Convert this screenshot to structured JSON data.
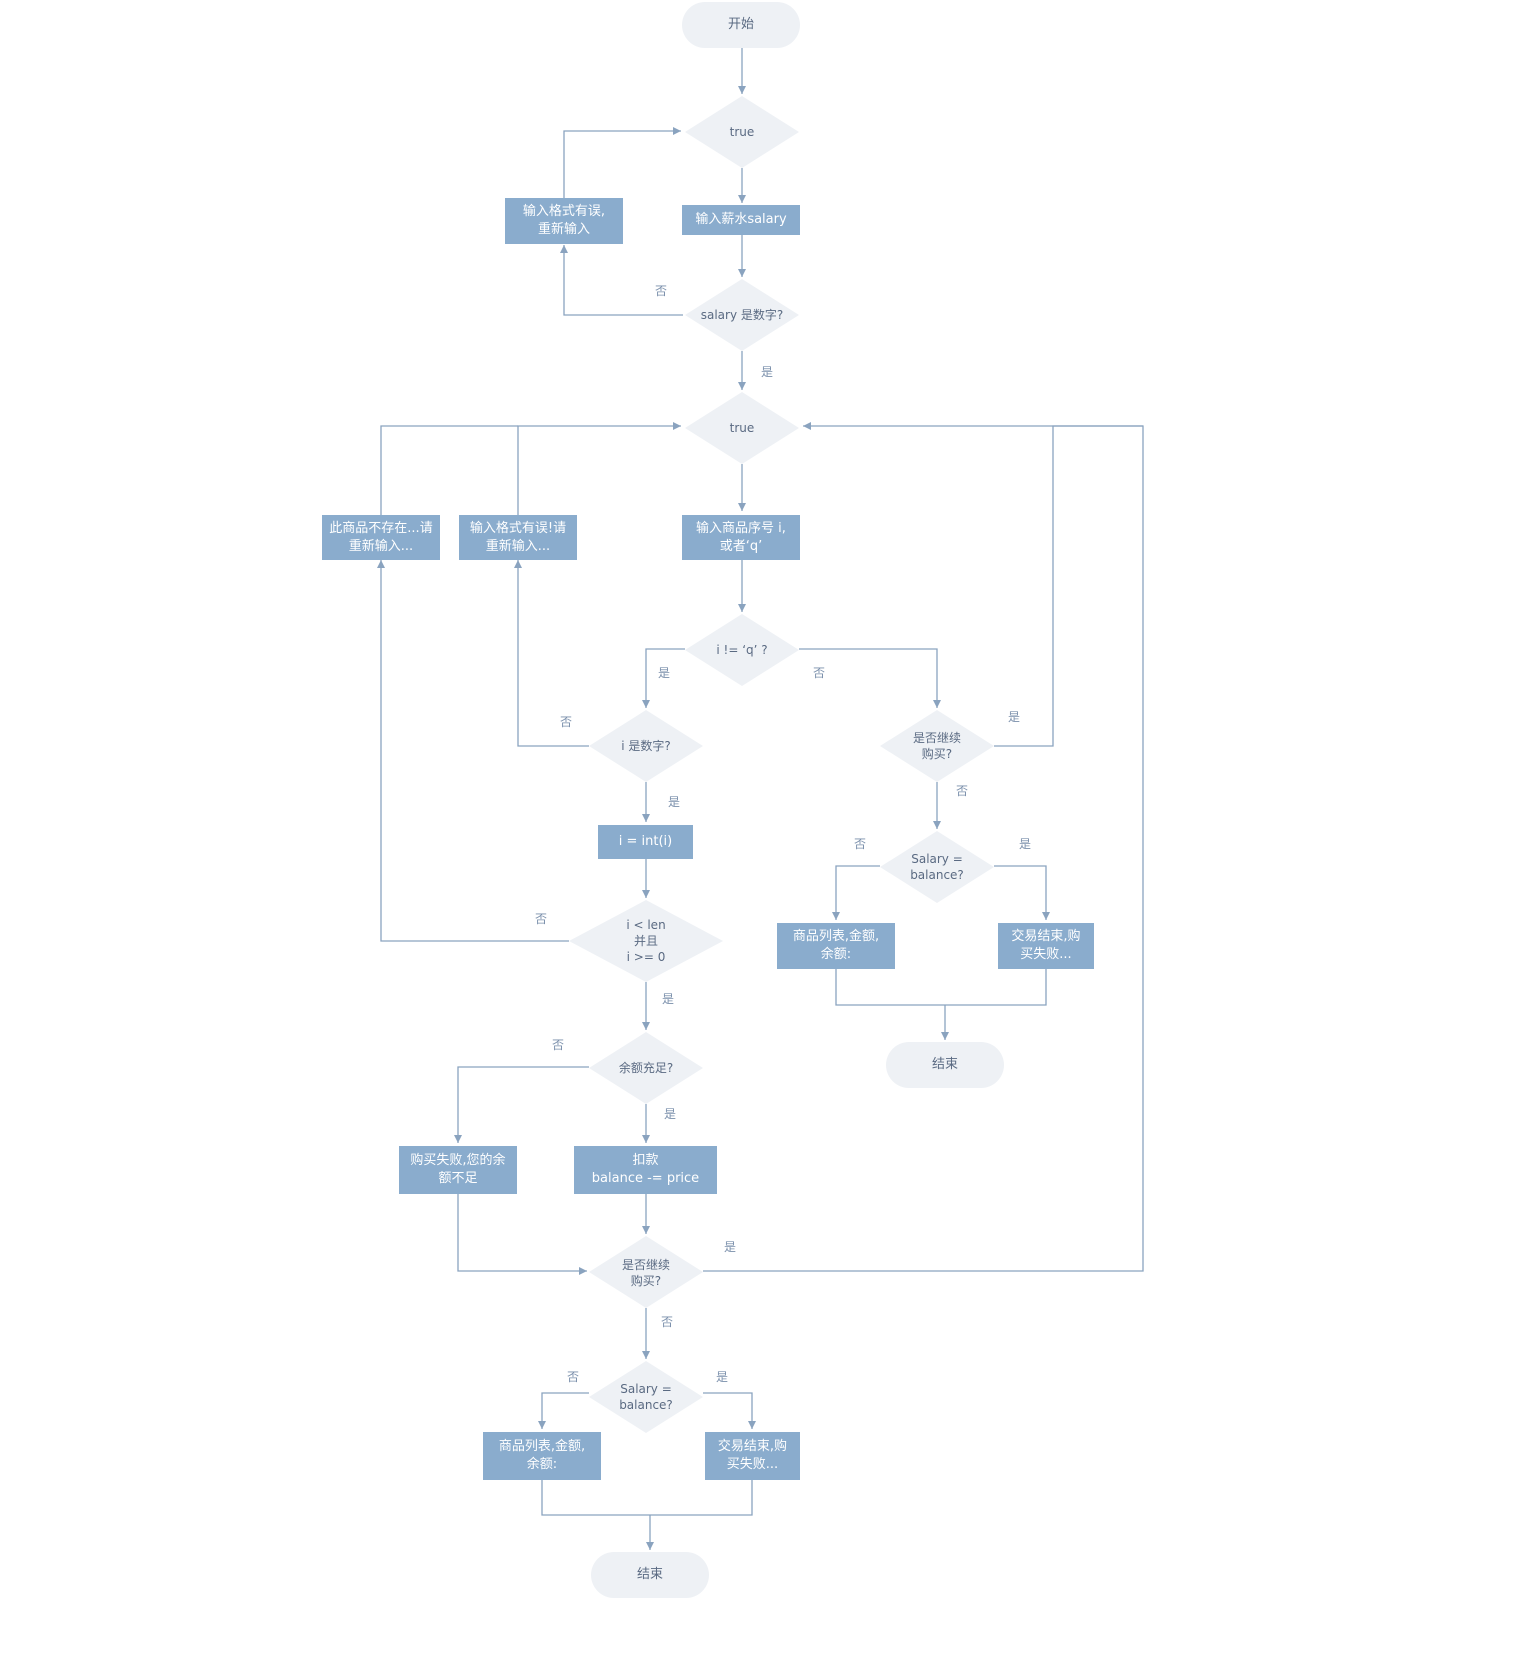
{
  "nodes": {
    "start": "开始",
    "loop1": "true",
    "input_salary": "输入薪水salary",
    "salary_check": "salary 是数字?",
    "salary_error": "输入格式有误,\n重新输入",
    "loop2": "true",
    "input_item": "输入商品序号  i,\n或者‘q’",
    "not_exist": "此商品不存在...请\n重新输入...",
    "format_error": "输入格式有误!请\n重新输入...",
    "not_q": "i  != ‘q’ ?",
    "is_number": "i 是数字?",
    "to_int": "i = int(i)",
    "range_check": "i < len\n并且\ni >= 0",
    "enough_balance": "余额充足?",
    "insufficient": "购买失败,您的余\n额不足",
    "deduct": "扣款\nbalance -= price",
    "continue_left": "是否继续\n购买?",
    "eq_left": "Salary =\nbalance?",
    "list_left": "商品列表,金额,\n余额:",
    "fail_left": "交易结束,购\n买失败...",
    "end_left": "结束",
    "continue_right": "是否继续\n购买?",
    "eq_right": "Salary =\nbalance?",
    "list_right": "商品列表,金额,\n余额:",
    "fail_right": "交易结束,购\n买失败...",
    "end_right": "结束"
  },
  "edge_labels": {
    "salary_no": "否",
    "salary_yes": "是",
    "not_q_yes": "是",
    "not_q_no": "否",
    "is_number_no": "否",
    "is_number_yes": "是",
    "range_no": "否",
    "range_yes": "是",
    "balance_no": "否",
    "balance_yes": "是",
    "continue_left_yes": "是",
    "continue_left_no": "否",
    "eq_left_no": "否",
    "eq_left_yes": "是",
    "continue_right_yes": "是",
    "continue_right_no": "否",
    "eq_right_no": "否",
    "eq_right_yes": "是"
  }
}
